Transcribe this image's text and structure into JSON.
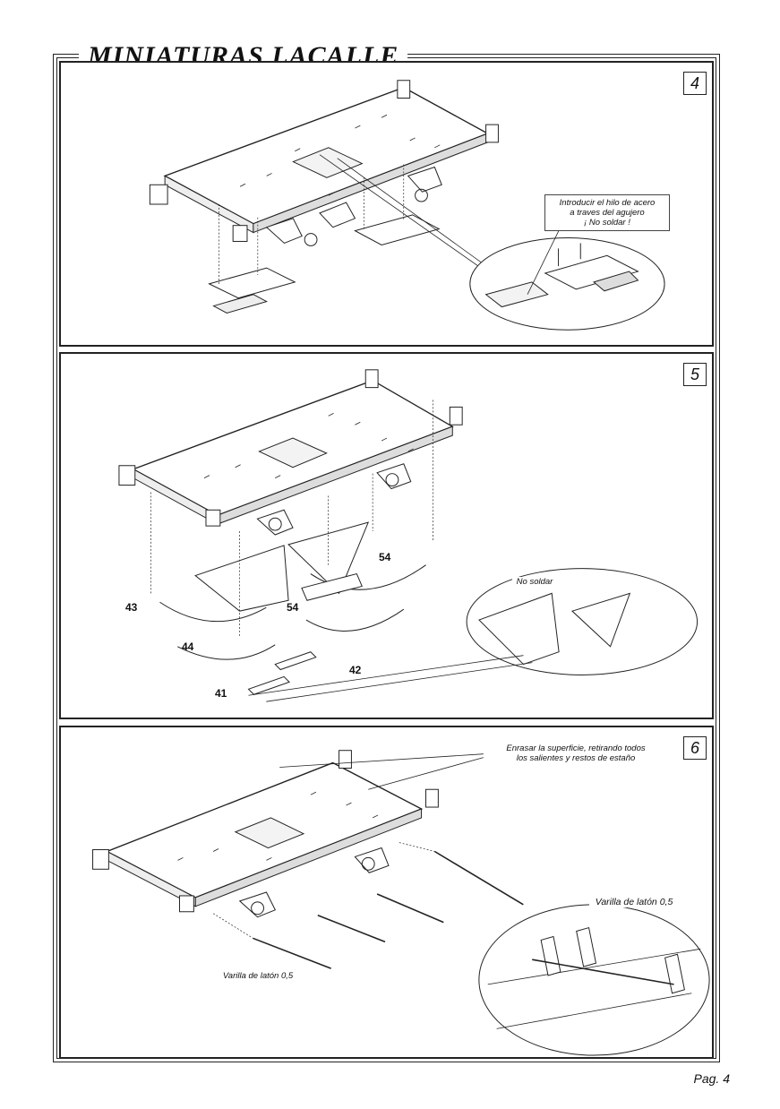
{
  "brand": {
    "title": "MINIATURAS LACALLE"
  },
  "steps": [
    {
      "number": "4",
      "notes": {
        "callout": "Introducir el hilo de acero\na traves del agujero\n¡ No soldar !"
      }
    },
    {
      "number": "5",
      "notes": {
        "no_solder": "No soldar"
      },
      "part_labels": [
        "43",
        "54",
        "54",
        "44",
        "42",
        "41"
      ]
    },
    {
      "number": "6",
      "notes": {
        "flush": "Enrasar la superficie, retirando todos\nlos salientes y restos de estaño",
        "rod_detail": "Varilla de latón 0,5",
        "rod_main": "Varilla de latón 0,5"
      }
    }
  ],
  "footer": {
    "page": "Pag. 4"
  }
}
